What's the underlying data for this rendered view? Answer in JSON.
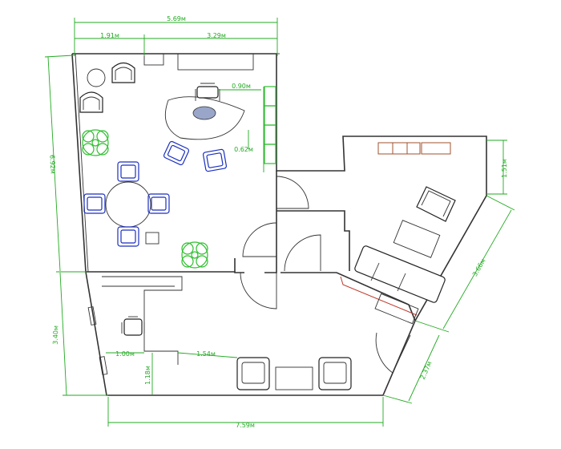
{
  "dimensions": {
    "top_total": "5.69м",
    "top_left": "1.91м",
    "top_right": "3.29м",
    "left_upper": "6.92м",
    "left_lower": "3.40м",
    "desk_gap": "0.90м",
    "cabinet_gap": "0.62м",
    "right_upper": "1.51м",
    "right_diag": "3.66м",
    "bottom_right_diag": "2.37м",
    "bottom_total": "7.59м",
    "lower_desk_width": "1.00м",
    "lower_desk_depth": "1.18м",
    "lower_gap": "1.54м"
  },
  "colors": {
    "dimension": "#22aa22",
    "wall": "#333333",
    "meeting_chairs": "#1a2fbf",
    "cabinets": "#2fbf2f",
    "shelves": "#a0522d"
  }
}
